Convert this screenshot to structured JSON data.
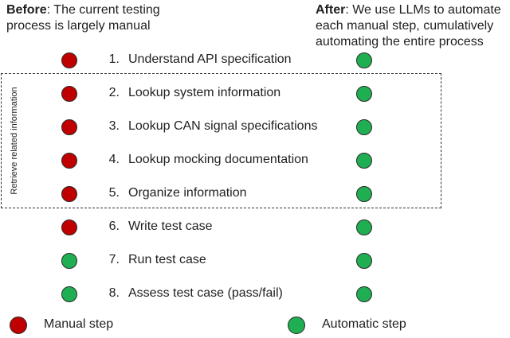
{
  "colors": {
    "manual": "#c00000",
    "automatic": "#1fae52",
    "outline": "#2b2b2b"
  },
  "before": {
    "title": "Before",
    "text": ": The current testing process is largely manual"
  },
  "after": {
    "title": "After",
    "text": ": We use LLMs to automate each manual step, cumulatively automating the entire process"
  },
  "group_label": "Retrieve related information",
  "steps": [
    {
      "num": "1.",
      "label": "Understand API specification",
      "before": "manual",
      "after": "automatic"
    },
    {
      "num": "2.",
      "label": "Lookup system information",
      "before": "manual",
      "after": "automatic"
    },
    {
      "num": "3.",
      "label": "Lookup CAN signal specifications",
      "before": "manual",
      "after": "automatic"
    },
    {
      "num": "4.",
      "label": "Lookup mocking documentation",
      "before": "manual",
      "after": "automatic"
    },
    {
      "num": "5.",
      "label": "Organize information",
      "before": "manual",
      "after": "automatic"
    },
    {
      "num": "6.",
      "label": "Write test case",
      "before": "manual",
      "after": "automatic"
    },
    {
      "num": "7.",
      "label": "Run test case",
      "before": "automatic",
      "after": "automatic"
    },
    {
      "num": "8.",
      "label": "Assess test case (pass/fail)",
      "before": "automatic",
      "after": "automatic"
    }
  ],
  "legend": {
    "manual": "Manual step",
    "automatic": "Automatic step"
  }
}
